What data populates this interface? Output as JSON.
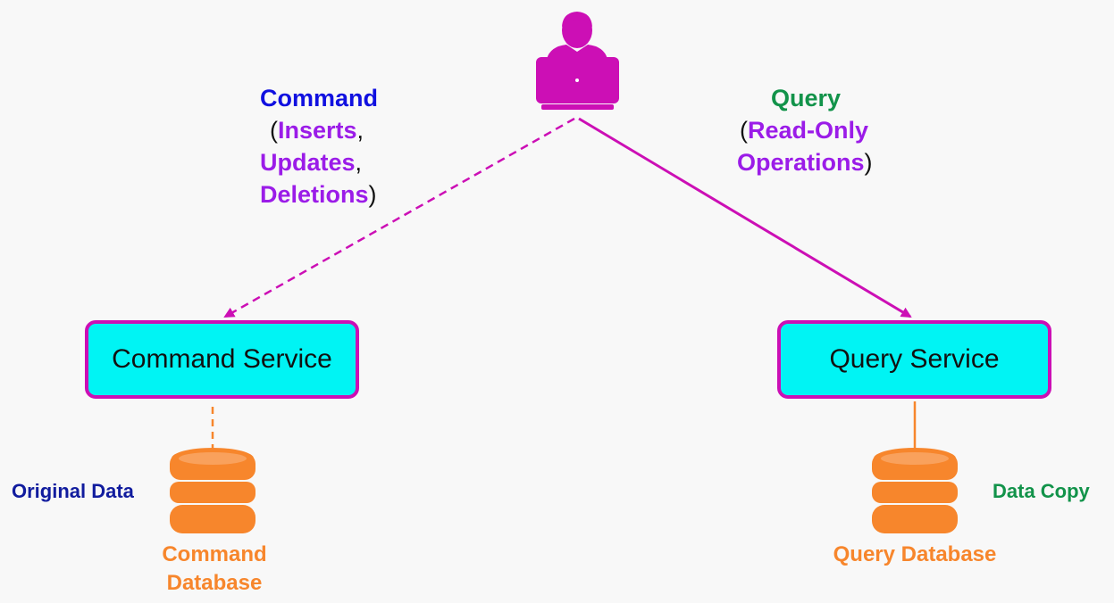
{
  "command_arrow": {
    "title": "Command",
    "paren_open": "(",
    "items": [
      "Inserts",
      "Updates",
      "Deletions"
    ],
    "comma": ",",
    "paren_close": ")"
  },
  "query_arrow": {
    "title": "Query",
    "paren_open": "(",
    "items": [
      "Read-Only",
      "Operations"
    ],
    "paren_close": ")"
  },
  "command_service": {
    "label": "Command Service"
  },
  "query_service": {
    "label": "Query Service"
  },
  "command_db": {
    "label_line1": "Command",
    "label_line2": "Database",
    "side_label": "Original Data"
  },
  "query_db": {
    "label": "Query Database",
    "side_label": "Data Copy"
  },
  "colors": {
    "magenta": "#cc0fb5",
    "cyan": "#00f4f4",
    "orange": "#f7862c",
    "purple": "#9b1ce8",
    "blue": "#1010e0",
    "green": "#12934a",
    "navy": "#111c9e"
  },
  "icons": {
    "user": "user-at-laptop-icon",
    "database": "database-icon"
  }
}
